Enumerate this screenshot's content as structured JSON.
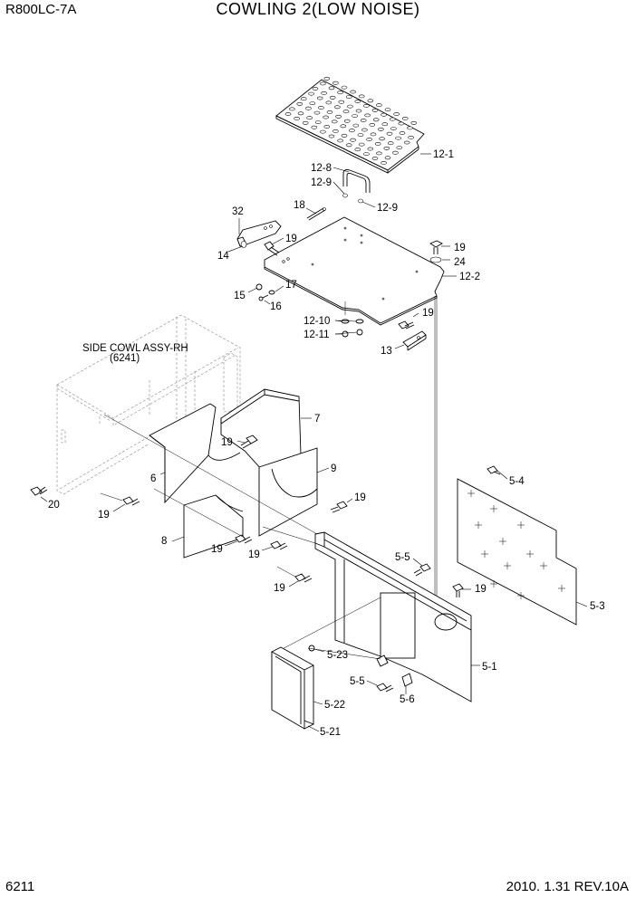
{
  "header": {
    "model": "R800LC-7A",
    "title": "COWLING 2(LOW NOISE)"
  },
  "footer": {
    "page_number": "6211",
    "revision": "2010. 1.31  REV.10A"
  },
  "labels": {
    "side_cowl_line1": "SIDE COWL ASSY-RH",
    "side_cowl_line2": "(6241)",
    "p12_1": "12-1",
    "p12_8": "12-8",
    "p12_9a": "12-9",
    "p12_9b": "12-9",
    "p18": "18",
    "p32": "32",
    "p14": "14",
    "p19_a": "19",
    "p19_b": "19",
    "p24": "24",
    "p12_2": "12-2",
    "p15": "15",
    "p17": "17",
    "p16": "16",
    "p12_10": "12-10",
    "p12_11": "12-11",
    "p19_c": "19",
    "p13": "13",
    "p7": "7",
    "p19_d": "19",
    "p6": "6",
    "p9": "9",
    "p19_e": "19",
    "p20": "20",
    "p19_f": "19",
    "p8": "8",
    "p19_g": "19",
    "p19_h": "19",
    "p5_4": "5-4",
    "p5_5a": "5-5",
    "p19_i": "19",
    "p19_j": "19",
    "p5_3": "5-3",
    "p5_1": "5-1",
    "p5_23": "5-23",
    "p5_5b": "5-5",
    "p5_6": "5-6",
    "p5_22": "5-22",
    "p5_21": "5-21"
  }
}
